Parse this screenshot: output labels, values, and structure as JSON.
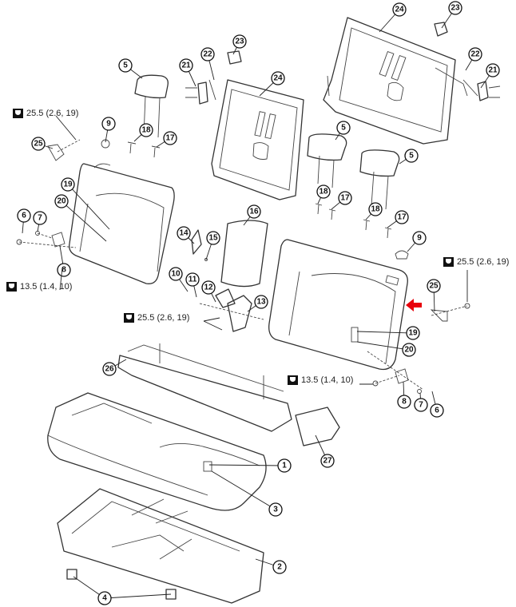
{
  "callouts": [
    "24",
    "23",
    "22",
    "21",
    "5",
    "21",
    "22",
    "23",
    "24",
    "9",
    "18",
    "17",
    "25",
    "5",
    "5",
    "19",
    "20",
    "18",
    "17",
    "18",
    "17",
    "16",
    "6",
    "7",
    "8",
    "14",
    "15",
    "9",
    "10",
    "11",
    "12",
    "13",
    "25",
    "19",
    "20",
    "26",
    "27",
    "1",
    "3",
    "2",
    "4",
    "8",
    "7",
    "6"
  ],
  "torque_specs": [
    "25.5 (2.6, 19)",
    "25.5 (2.6, 19)",
    "25.5 (2.6, 19)",
    "13.5 (1.4, 10)",
    "13.5 (1.4, 10)"
  ],
  "torque_icon": "torque-wrench-icon",
  "indicator": {
    "icon": "arrow-left-icon",
    "color": "#e8000b"
  }
}
